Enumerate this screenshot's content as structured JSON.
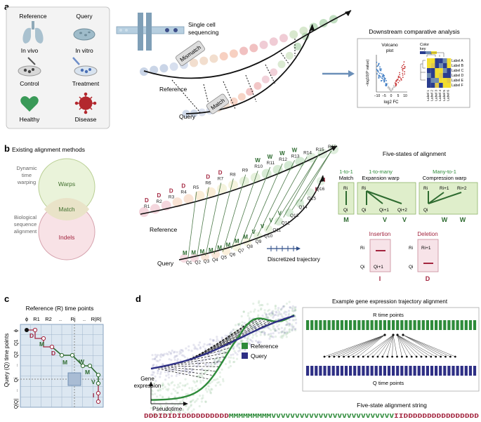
{
  "panel_a": {
    "letter": "a",
    "left_box": {
      "reference": "Reference",
      "query": "Query",
      "in_vivo": "In vivo",
      "in_vitro": "In vitro",
      "control": "Control",
      "treatment": "Treatment",
      "healthy": "Healthy",
      "disease": "Disease"
    },
    "single_cell_seq": [
      "Single cell",
      "sequencing"
    ],
    "mismatch": "Mismatch",
    "match": "Match",
    "reference_label": "Reference",
    "query_label": "Query",
    "downstream_title": "Downstream comparative analysis",
    "volcano_title": [
      "Volcano",
      "plot"
    ],
    "volcano_ylabel": "−log10(P value)",
    "volcano_xlabel": "log2 FC",
    "volcano_ticks": [
      "−10",
      "−5",
      "0",
      "5",
      "10"
    ],
    "color_key": [
      "Color",
      "key"
    ],
    "heatmap_labels": [
      "Label A",
      "Label B",
      "Label C",
      "Label D",
      "Label E",
      "Label F"
    ],
    "heatmap_col_labels": [
      "Label 1",
      "Label 2",
      "Label 3",
      "Label 4",
      "Label 5",
      "Label 6"
    ]
  },
  "panel_b": {
    "letter": "b",
    "title": "Existing alignment methods",
    "dtw": [
      "Dynamic",
      "time",
      "warping"
    ],
    "bsa": [
      "Biological",
      "sequence",
      "alignment"
    ],
    "warps": "Warps",
    "match": "Match",
    "indels": "Indels",
    "reference_label": "Reference",
    "query_label": "Query",
    "discretized": "Discretized trajectory",
    "five_states_title": "Five-states of alignment",
    "one_to_one": [
      "1-to-1",
      "Match"
    ],
    "one_to_many": [
      "1-to-many",
      "Expansion warp"
    ],
    "many_to_one": [
      "Many-to-1",
      "Compression warp"
    ],
    "insertion": "Insertion",
    "deletion": "Deletion",
    "state_M": "M",
    "state_V": "V",
    "state_W": "W",
    "state_I": "I",
    "state_D": "D",
    "ri": "Ri",
    "qi": "Qi",
    "qi1": "Qi+1",
    "qi2": "Qi+2",
    "ri1": "Ri+1",
    "ri2": "Ri+2",
    "ref_points": [
      "R1",
      "R2",
      "R3",
      "R4",
      "R5",
      "R6",
      "R7",
      "R8",
      "R9",
      "R10",
      "R11",
      "R12",
      "R13",
      "R14",
      "R15",
      "R16"
    ],
    "query_points": [
      "Q1",
      "Q2",
      "Q3",
      "Q4",
      "Q5",
      "Q6",
      "Q7",
      "Q8",
      "Q9",
      "Q10",
      "Q11",
      "Q12",
      "Q13",
      "Q14",
      "Q15",
      "Q16"
    ]
  },
  "panel_c": {
    "letter": "c",
    "title": "Reference (R) time points",
    "col_labels": [
      "ϕ",
      "R1",
      "R2",
      "..",
      "Rj",
      "..",
      "R|R|"
    ],
    "row_label": "Query (Q) time points",
    "row_labels": [
      "ϕ",
      "Q1",
      "Q2",
      "..",
      "Qi",
      "..",
      "Q|Q|"
    ],
    "path_letters": [
      "D",
      "M",
      "D",
      "M",
      "W",
      "M",
      "V",
      "I"
    ]
  },
  "panel_d": {
    "letter": "d",
    "legend_reference": "Reference",
    "legend_query": "Query",
    "ylabel": [
      "Gene",
      "expression"
    ],
    "xlabel": "Pseudotime",
    "example_title": "Example gene expression trajectory alignment",
    "r_time_points": "R time points",
    "q_time_points": "Q time points",
    "five_state_title": "Five-state alignment string",
    "alignment_string_D": "DDDIDIDIDDDDDDDDDD",
    "alignment_string_M": "MMMMMMMMM",
    "alignment_string_V": "VVVVVVVVVVVVVVVVVVVVVVVVVV",
    "alignment_string_I": "IIDDDDDDDDDDDDDDDD"
  },
  "colors": {
    "green": "#2e8b3a",
    "dark_green": "#2d6a2f",
    "red": "#a3253f",
    "navy": "#2e2f85",
    "light_green_box": "#dfeecb",
    "light_red_box": "#f7e3e8",
    "gray_box": "#f2f2f2",
    "arrow_blue": "#6b8fb8"
  }
}
